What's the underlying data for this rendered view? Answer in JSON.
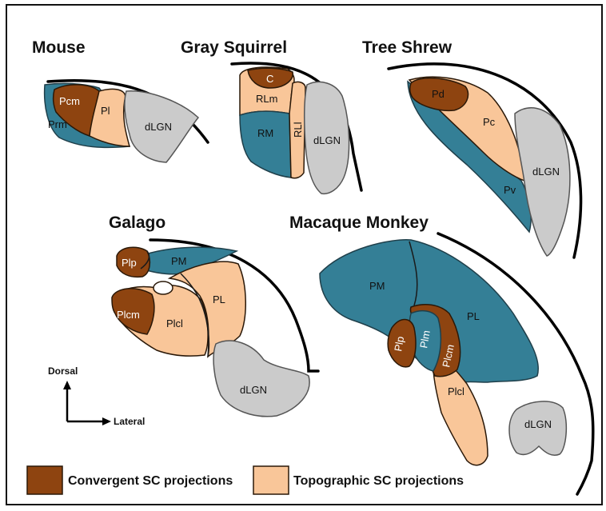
{
  "panels": {
    "mouse": {
      "title": "Mouse",
      "labels": {
        "pcm": "Pcm",
        "pl": "Pl",
        "prm": "Prm",
        "dlgn": "dLGN"
      }
    },
    "gray_squirrel": {
      "title": "Gray Squirrel",
      "labels": {
        "c": "C",
        "rlm": "RLm",
        "rm": "RM",
        "rli": "RLl",
        "dlgn": "dLGN"
      }
    },
    "tree_shrew": {
      "title": "Tree Shrew",
      "labels": {
        "pd": "Pd",
        "pc": "Pc",
        "pv": "Pv",
        "dlgn": "dLGN"
      }
    },
    "galago": {
      "title": "Galago",
      "labels": {
        "plp": "Plp",
        "pm": "PM",
        "plcm": "Plcm",
        "plcl": "Plcl",
        "pl": "PL",
        "dlgn": "dLGN"
      }
    },
    "macaque": {
      "title": "Macaque Monkey",
      "labels": {
        "pm": "PM",
        "pl": "PL",
        "plp": "Plp",
        "plm": "Plm",
        "plcm": "Plcm",
        "plcl": "Plcl",
        "dlgn": "dLGN"
      }
    }
  },
  "orientation": {
    "dorsal": "Dorsal",
    "lateral": "Lateral"
  },
  "legend": {
    "items": [
      {
        "label": "Convergent SC projections",
        "color": "#8e4410"
      },
      {
        "label": "Topographic SC projections",
        "color": "#f9c699"
      }
    ]
  },
  "colors": {
    "teal": "#347f96",
    "gray": "#cbcbcb",
    "convergent": "#8e4410",
    "topographic": "#f9c699"
  }
}
